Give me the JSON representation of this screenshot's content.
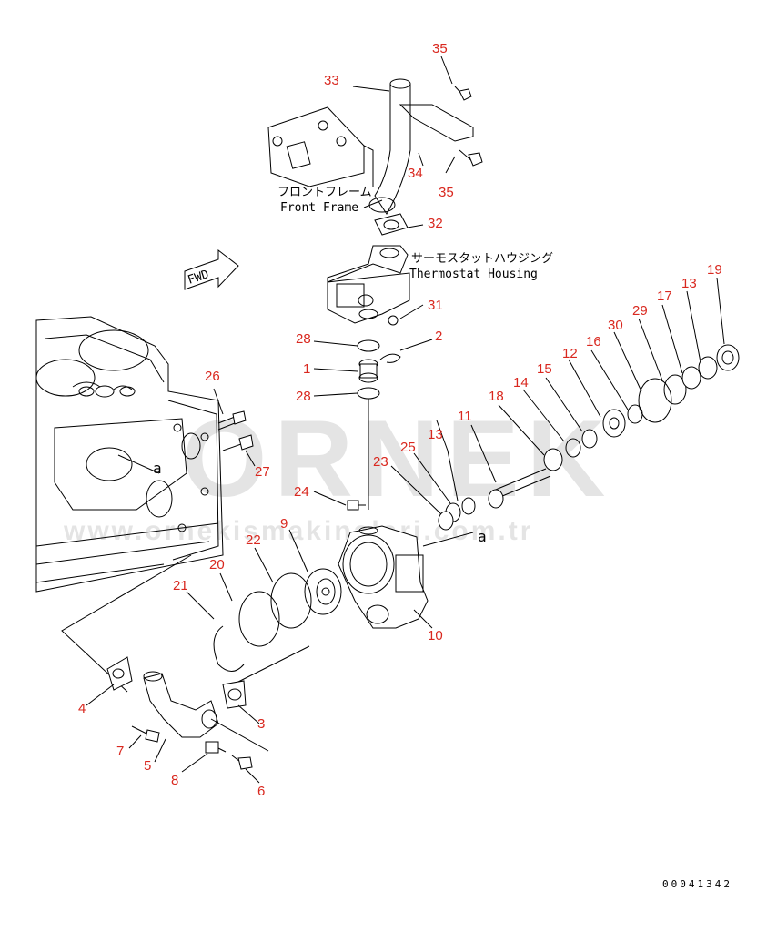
{
  "labels": {
    "front_frame_jp": "フロントフレーム",
    "front_frame_en": "Front Frame",
    "thermostat_jp": "サーモスタットハウジング",
    "thermostat_en": "Thermostat Housing",
    "fwd": "FWD",
    "ref_a1": "a",
    "ref_a2": "a",
    "doc_number": "00041342"
  },
  "watermark": {
    "logo": "ORNEK",
    "url": "www.ornekismakinalari.com.tr"
  },
  "parts": {
    "p1": "1",
    "p2": "2",
    "p3": "3",
    "p4": "4",
    "p5": "5",
    "p6": "6",
    "p7": "7",
    "p8": "8",
    "p9": "9",
    "p10": "10",
    "p11": "11",
    "p12": "12",
    "p13a": "13",
    "p13b": "13",
    "p14": "14",
    "p15": "15",
    "p16": "16",
    "p17": "17",
    "p18": "18",
    "p19": "19",
    "p20": "20",
    "p21": "21",
    "p22": "22",
    "p23": "23",
    "p24": "24",
    "p25": "25",
    "p26": "26",
    "p27": "27",
    "p28a": "28",
    "p28b": "28",
    "p29": "29",
    "p30": "30",
    "p32": "32",
    "p31": "31",
    "p33": "33",
    "p34": "34",
    "p35a": "35",
    "p35b": "35"
  },
  "colors": {
    "part_number": "#d9281f",
    "line": "#000000",
    "watermark": "#cfcfcf"
  }
}
